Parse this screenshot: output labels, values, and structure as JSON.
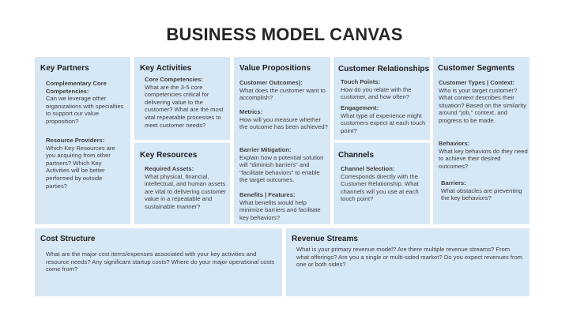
{
  "title": "BUSINESS MODEL CANVAS",
  "colors": {
    "box_bg": "#d6e7f5",
    "title": "#262626",
    "text": "#404040"
  },
  "key_partners": {
    "heading": "Key Partners",
    "s1_label": "Complementary Core Competencies:",
    "s1_text": "Can we leverage other organizations with specialties to support our value proposition?",
    "s2_label": "Resource Providers:",
    "s2_text": "Which Key Resources are you acquiring from other partners? Which Key Activities will be better performed by outside parties?"
  },
  "key_activities": {
    "heading": "Key Activities",
    "s1_label": "Core Competencies:",
    "s1_text": "What are the 3-5 core competencies critical for delivering value to the customer? What are the most vital repeatable processes to meet customer needs?"
  },
  "key_resources": {
    "heading": "Key Resources",
    "s1_label": "Required Assets:",
    "s1_text": "What physical, financial, intellectual, and human assets are vital to delivering customer value in a repeatable and sustainable manner?"
  },
  "value_propositions": {
    "heading": "Value Propositions",
    "s1_label": "Customer Outcomes):",
    "s1_text": "What does the customer want to accomplish?",
    "s2_label": "Metrics:",
    "s2_text": "How will you measure whether the outcome has been achieved?",
    "s3_label": "Barrier Mitigation:",
    "s3_text": "Explain how a potential solution will \"diminish barriers\" and \"facilitate behaviors\" to enable the target outcomes.",
    "s4_label": "Benefits | Features:",
    "s4_text": "What benefits would help minimize barriers and facilitate key behaviors?"
  },
  "customer_relationships": {
    "heading": "Customer Relationships",
    "s1_label": "Touch Points:",
    "s1_text": "How do you relate with the customer, and how often?",
    "s2_label": "Engagement:",
    "s2_text": "What type of experience might customers expect at each touch point?"
  },
  "channels": {
    "heading": "Channels",
    "s1_label": "Channel Selection:",
    "s1_text": "Corresponds directly with the Customer Relationship. What channels will you use at each touch point?"
  },
  "customer_segments": {
    "heading": "Customer Segments",
    "s1_label": "Customer Types | Context:",
    "s1_text": "Who is your target customer? What context describes their situation? Based on the similarity around \"job,\" context, and progress to be made.",
    "s2_label": "Behaviors:",
    "s2_text": "What key behaviors do they need to achieve their desired outcomes?",
    "s3_label": "Barriers:",
    "s3_text": "What obstacles are preventing the key behaviors?"
  },
  "cost_structure": {
    "heading": "Cost Structure",
    "text": "What are the major cost items/expenses associated with your key activities and resource needs? Any significant startup costs? Where do your major operational costs come from?"
  },
  "revenue_streams": {
    "heading": "Revenue Streams",
    "text": "What is your primary revenue model? Are there multiple revenue streams? From what offerings? Are you a single or multi-sided market? Do you expect revenues from one or both sides?"
  }
}
